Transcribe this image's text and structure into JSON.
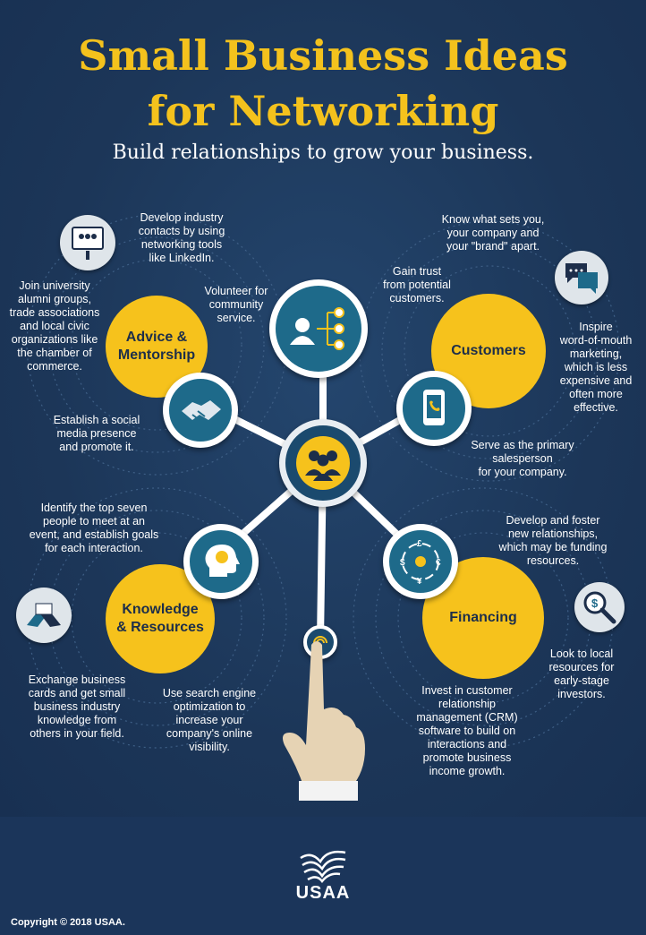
{
  "header": {
    "title_line1": "Small Business Ideas",
    "title_line2": "for Networking",
    "subtitle": "Build relationships to grow your business."
  },
  "categories": {
    "advice": "Advice &\nMentorship",
    "customers": "Customers",
    "knowledge": "Knowledge\n& Resources",
    "financing": "Financing"
  },
  "tips": {
    "industry_contacts": "Develop industry\ncontacts by using\nnetworking tools\nlike LinkedIn.",
    "volunteer": "Volunteer for\ncommunity\nservice.",
    "alumni": "Join university\nalumni groups,\ntrade associations\nand local civic\norganizations like\nthe chamber of\ncommerce.",
    "social_media": "Establish a social\nmedia presence\nand promote it.",
    "sets_apart": "Know what sets you,\nyour company and\nyour \"brand\" apart.",
    "gain_trust": "Gain trust\nfrom potential\ncustomers.",
    "word_of_mouth": "Inspire\nword-of-mouth\nmarketing,\nwhich is less\nexpensive and\noften more\neffective.",
    "salesperson": "Serve as the primary\nsalesperson\nfor your company.",
    "top_seven": "Identify the top seven\npeople to meet at an\nevent, and establish goals\nfor each interaction.",
    "exchange_cards": "Exchange business\ncards and get small\nbusiness industry\nknowledge from\nothers in your field.",
    "seo": "Use search engine\noptimization to\nincrease your\ncompany's online\nvisibility.",
    "foster_relationships": "Develop and foster\nnew relationships,\nwhich may be funding\nresources.",
    "local_resources": "Look to local\nresources for\nearly-stage\ninvestors.",
    "crm": "Invest in customer\nrelationship\nmanagement (CRM)\nsoftware to build on\ninteractions and\npromote business\nincome growth."
  },
  "icons": {
    "hub": "group-icon",
    "org": "org-chart-icon",
    "handshake": "handshake-icon",
    "phone": "phone-icon",
    "head": "idea-head-icon",
    "money": "money-cycle-icon",
    "touch": "touch-icon",
    "presentation": "presentation-icon",
    "chat": "chat-icon",
    "hands": "hands-icon",
    "search": "search-dollar-icon"
  },
  "colors": {
    "accent": "#f6c21c",
    "background": "#1f3a5f",
    "icon_fill": "#1e6a8a"
  },
  "footer": {
    "brand": "USAA",
    "copyright": "Copyright © 2018 USAA."
  }
}
